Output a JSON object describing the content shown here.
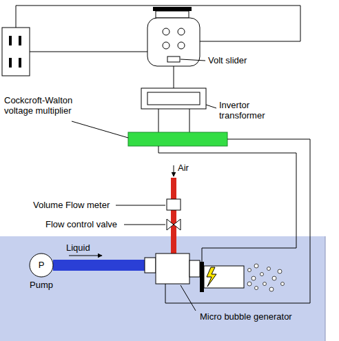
{
  "diagram": {
    "nodes": [
      {
        "text": [
          "P",
          "Pump"
        ]
      }
    ],
    "labels": [
      "Volt slider",
      "Invertor transformer",
      "Cockcroft-Walton voltage multiplier",
      "Air",
      "Volume Flow meter",
      "Flow control valve",
      "Liquid",
      "Micro bubble generator"
    ]
  }
}
